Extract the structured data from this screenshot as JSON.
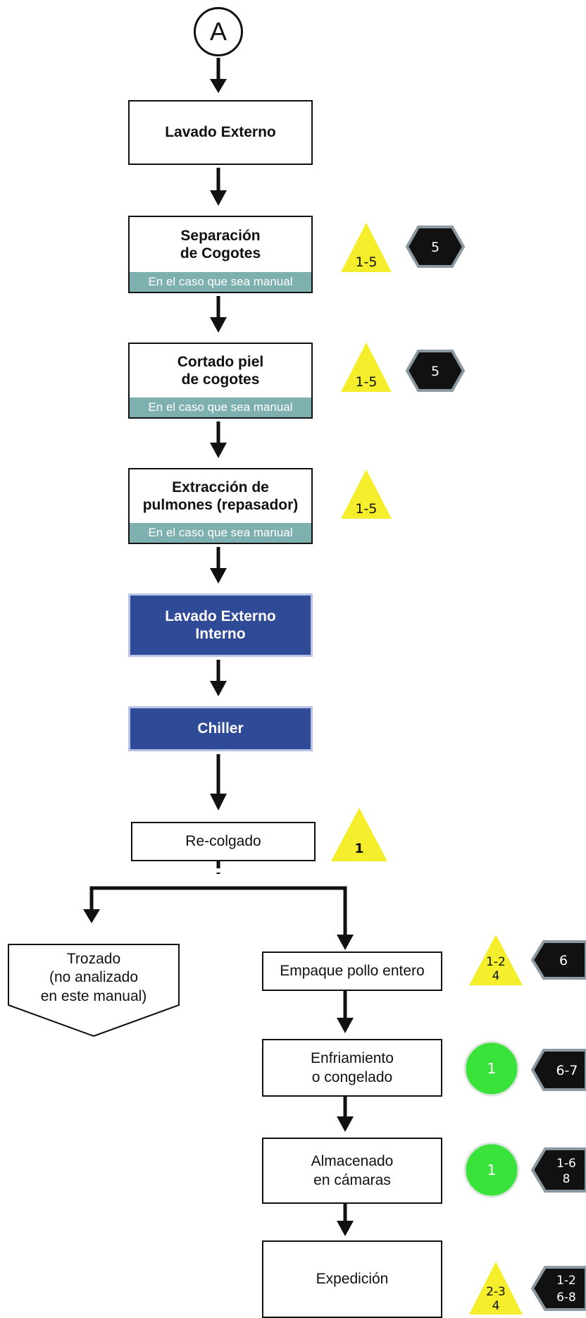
{
  "start": {
    "label": "A"
  },
  "steps": {
    "lavado_externo": {
      "label": "Lavado Externo"
    },
    "separacion": {
      "line1": "Separación",
      "line2": "de Cogotes",
      "note": "En el caso que sea manual"
    },
    "cortado": {
      "line1": "Cortado piel",
      "line2": "de cogotes",
      "note": "En el caso que sea manual"
    },
    "extraccion": {
      "line1": "Extracción de",
      "line2": "pulmones (repasador)",
      "note": "En el caso que sea manual"
    },
    "lavado_ext_int": {
      "line1": "Lavado Externo",
      "line2": "Interno"
    },
    "chiller": {
      "label": "Chiller"
    },
    "recolgado": {
      "label": "Re-colgado"
    },
    "trozado": {
      "line1": "Trozado",
      "line2": "(no analizado",
      "line3": "en este manual)"
    },
    "empaque": {
      "label": "Empaque pollo entero"
    },
    "enfriamiento": {
      "line1": "Enfriamiento",
      "line2": "o congelado"
    },
    "almacenado": {
      "line1": "Almacenado",
      "line2": "en cámaras"
    },
    "expedicion": {
      "label": "Expedición"
    }
  },
  "badges": {
    "sep_tri": "1-5",
    "sep_hex": "5",
    "cor_tri": "1-5",
    "cor_hex": "5",
    "ext_tri": "1-5",
    "rec_tri": "1",
    "emp_tri_l1": "1-2",
    "emp_tri_l2": "4",
    "emp_hex": "6",
    "enf_circ": "1",
    "enf_hex": "6-7",
    "alm_circ": "1",
    "alm_hex_l1": "1-6",
    "alm_hex_l2": "8",
    "exp_tri_l1": "2-3",
    "exp_tri_l2": "4",
    "exp_hex_l1": "1-2",
    "exp_hex_l2": "6-8"
  },
  "colors": {
    "triangle": "#f4ee2c",
    "hexagon": "#111111",
    "hexagon_border": "#8a9aa0",
    "circle": "#39e33b",
    "blue_box": "#2f4a96",
    "note_strip": "#7fb0b0"
  }
}
